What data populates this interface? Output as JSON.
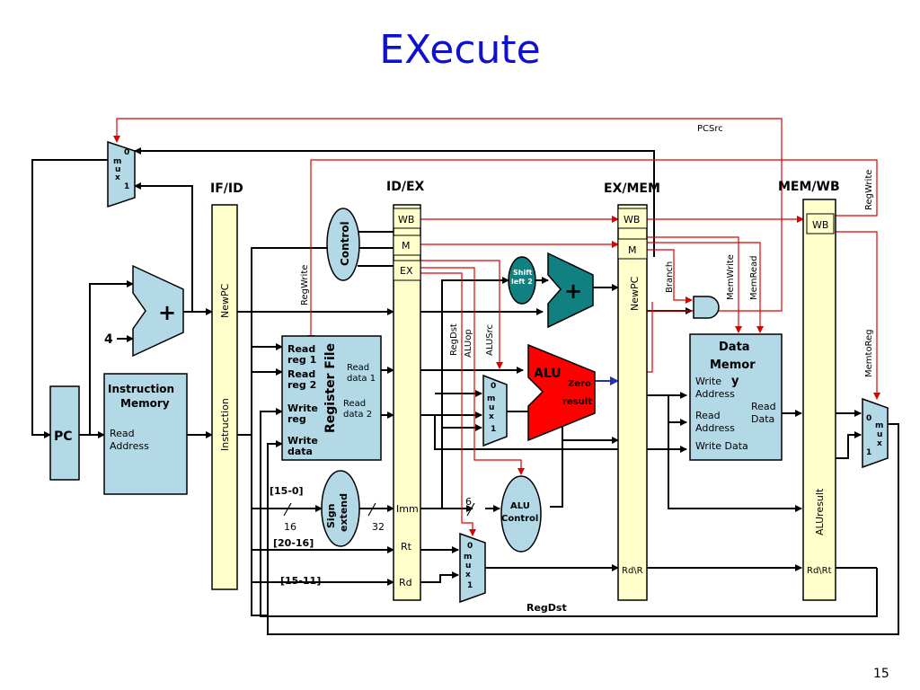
{
  "title": "EXecute",
  "page_number": "15",
  "colors": {
    "title": "#1010d0",
    "block_fill": "#b3d9e6",
    "register_fill": "#ffffcc",
    "adder_fill": "#108080",
    "alu_fill": "#ff0000",
    "control_wire": "#e00000",
    "data_wire": "#000000"
  },
  "registers": {
    "ifid": {
      "label": "IF/ID",
      "fields": {
        "newpc": "NewPC",
        "instruction": "Instruction"
      }
    },
    "idex": {
      "label": "ID/EX",
      "fields": {
        "wb": "WB",
        "m": "M",
        "ex": "EX",
        "imm": "Imm",
        "rt": "Rt",
        "rd": "Rd"
      }
    },
    "exmem": {
      "label": "EX/MEM",
      "fields": {
        "wb": "WB",
        "m": "M",
        "newpc": "NewPC",
        "rdr": "Rd\\R"
      }
    },
    "memwb": {
      "label": "MEM/WB",
      "fields": {
        "wb": "WB",
        "aluresult": "ALUresult",
        "rdrt": "Rd\\Rt"
      }
    }
  },
  "blocks": {
    "pc": "PC",
    "instruction_memory": {
      "title_line1": "Instruction",
      "title_line2": "Memory",
      "read_line1": "Read",
      "read_line2": "Address"
    },
    "register_file": {
      "title": "Register File",
      "read_reg1_line1": "Read",
      "read_reg1_line2": "reg 1",
      "read_reg2_line1": "Read",
      "read_reg2_line2": "reg 2",
      "write_reg_line1": "Write",
      "write_reg_line2": "reg",
      "write_data_line1": "Write",
      "write_data_line2": "data",
      "read_data1_line1": "Read",
      "read_data1_line2": "data 1",
      "read_data2_line1": "Read",
      "read_data2_line2": "data 2"
    },
    "data_memory": {
      "title_line1": "Data",
      "title_line2": "Memor",
      "title_line3": "y",
      "write_addr_line1": "Write",
      "write_addr_line2": "Address",
      "read_addr_line1": "Read",
      "read_addr_line2": "Address",
      "read_data_line1": "Read",
      "read_data_line2": "Data",
      "write_data": "Write Data"
    },
    "control": "Control",
    "sign_extend_line1": "Sign",
    "sign_extend_line2": "extend",
    "alu_control_line1": "ALU",
    "alu_control_line2": "Control",
    "shift_left_line1": "Shift",
    "shift_left_line2": "left 2",
    "alu": {
      "label": "ALU",
      "zero": "Zero",
      "result": "result"
    },
    "adder_symbol": "+",
    "mux": {
      "zero": "0",
      "m": "m",
      "u": "u",
      "x": "x",
      "one": "1"
    }
  },
  "labels": {
    "four": "4",
    "bits_15_0": "[15-0]",
    "bits_20_16": "[20-16]",
    "bits_15_11": "[15-11]",
    "width_16": "16",
    "width_32": "32",
    "width_6": "6"
  },
  "signals": {
    "pcsrc": "PCSrc",
    "regwrite_top": "RegWrite",
    "regwrite_left": "RegWrite",
    "regdst_vertical": "RegDst",
    "aluop": "ALUop",
    "alusrc": "ALUSrc",
    "branch": "Branch",
    "memwrite": "MemWrite",
    "memread": "MemRead",
    "memtoreg": "MemtoReg",
    "regdst_bottom": "RegDst"
  }
}
